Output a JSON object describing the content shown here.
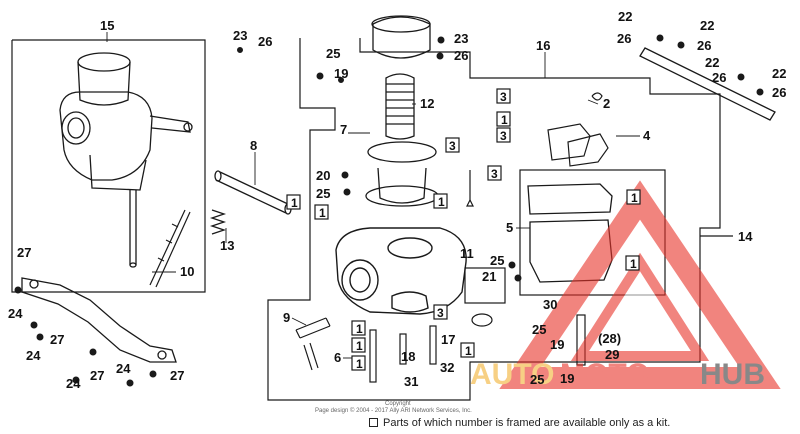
{
  "diagram": {
    "part_numbers": {
      "p2": "2",
      "p3": "3",
      "p4": "4",
      "p5": "5",
      "p6": "6",
      "p7": "7",
      "p8": "8",
      "p9": "9",
      "p10": "10",
      "p11": "11",
      "p12": "12",
      "p13": "13",
      "p14": "14",
      "p15": "15",
      "p16": "16",
      "p17": "17",
      "p18": "18",
      "p19": "19",
      "p20": "20",
      "p21": "21",
      "p22": "22",
      "p23": "23",
      "p24": "24",
      "p25": "25",
      "p26": "26",
      "p27": "27",
      "p28": "(28)",
      "p29": "29",
      "p30": "30",
      "p31": "31",
      "p32": "32"
    },
    "kit_numbers": {
      "one": "1",
      "three": "3"
    },
    "watermark_text": {
      "auto": "AUTO",
      "moto": "MOTO",
      "hub": "HUB"
    },
    "copyright": {
      "line1": "Copyright",
      "line2": "Page design © 2004 - 2017 Ally ARI Network Services, Inc."
    },
    "footnote": "Parts of which number is framed are available only as a kit."
  },
  "colors": {
    "line": "#1a1a1a",
    "watermark_red": "#e8332a",
    "watermark_dark": "#3a3a3a"
  }
}
